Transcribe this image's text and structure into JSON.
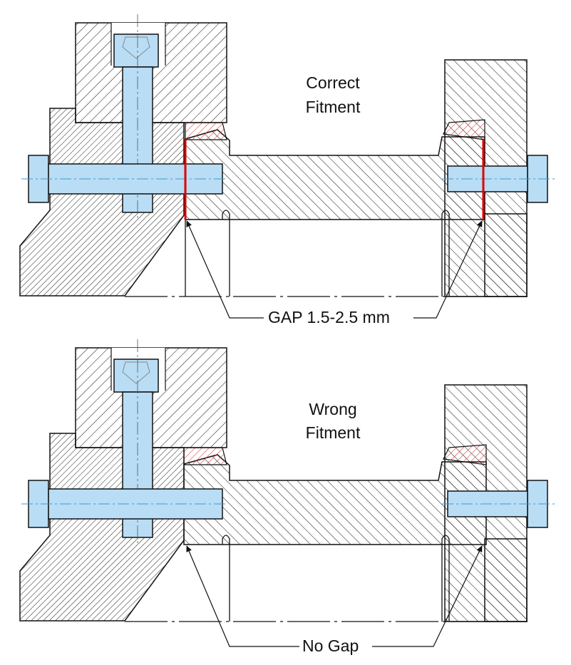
{
  "top_panel": {
    "title_line1": "Correct",
    "title_line2": "Fitment",
    "callout": "GAP 1.5-2.5 mm"
  },
  "bottom_panel": {
    "title_line1": "Wrong",
    "title_line2": "Fitment",
    "callout": "No Gap"
  },
  "colors": {
    "bolt_fill": "#b9ddf5",
    "hatch_stroke": "#222222",
    "seal_hatch": "#e04040",
    "gap_highlight": "#e00000"
  },
  "icons": [
    "socket-head-cap-screw-icon",
    "hex-bolt-icon",
    "leader-arrow-icon"
  ]
}
